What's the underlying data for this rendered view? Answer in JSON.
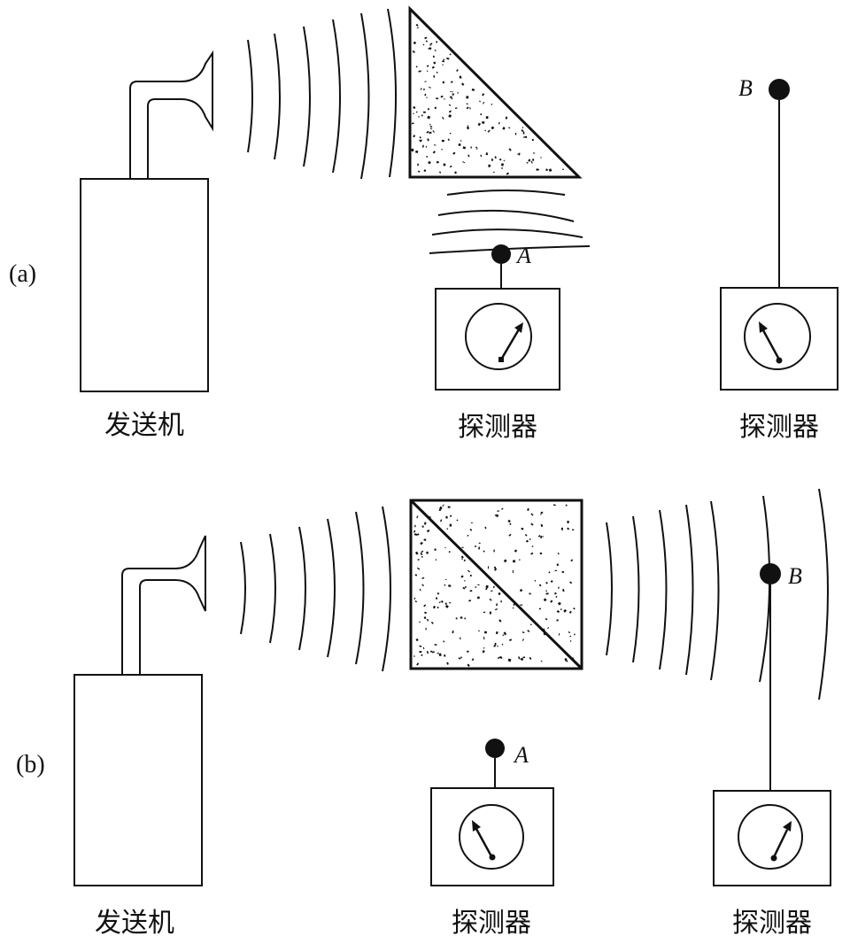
{
  "panels": {
    "a": {
      "label": "(a)",
      "transmitter_label": "发送机",
      "detector_a_label": "探测器",
      "detector_b_label": "探测器",
      "point_a": "A",
      "point_b": "B",
      "prism_shape": "right-triangle"
    },
    "b": {
      "label": "(b)",
      "transmitter_label": "发送机",
      "detector_a_label": "探测器",
      "detector_b_label": "探测器",
      "point_a": "A",
      "point_b": "B",
      "prism_shape": "square-two-triangles"
    }
  },
  "colors": {
    "ink": "#111111",
    "background": "#ffffff"
  }
}
